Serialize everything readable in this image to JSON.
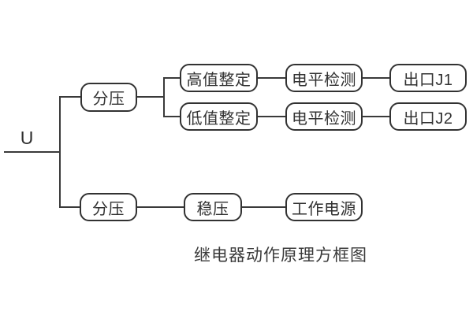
{
  "diagram": {
    "title": "继电器动作原理方框图",
    "input_label": "U",
    "colors": {
      "stroke": "#3a3a3a",
      "box_border": "#323232",
      "text": "#323232",
      "background": "#ffffff"
    },
    "nodes": {
      "divider_top": "分压",
      "high_set": "高值整定",
      "low_set": "低值整定",
      "level_detect_1": "电平检测",
      "level_detect_2": "电平检测",
      "output_j1": "出口J1",
      "output_j2": "出口J2",
      "divider_bottom": "分压",
      "regulator": "稳压",
      "working_power": "工作电源"
    }
  }
}
